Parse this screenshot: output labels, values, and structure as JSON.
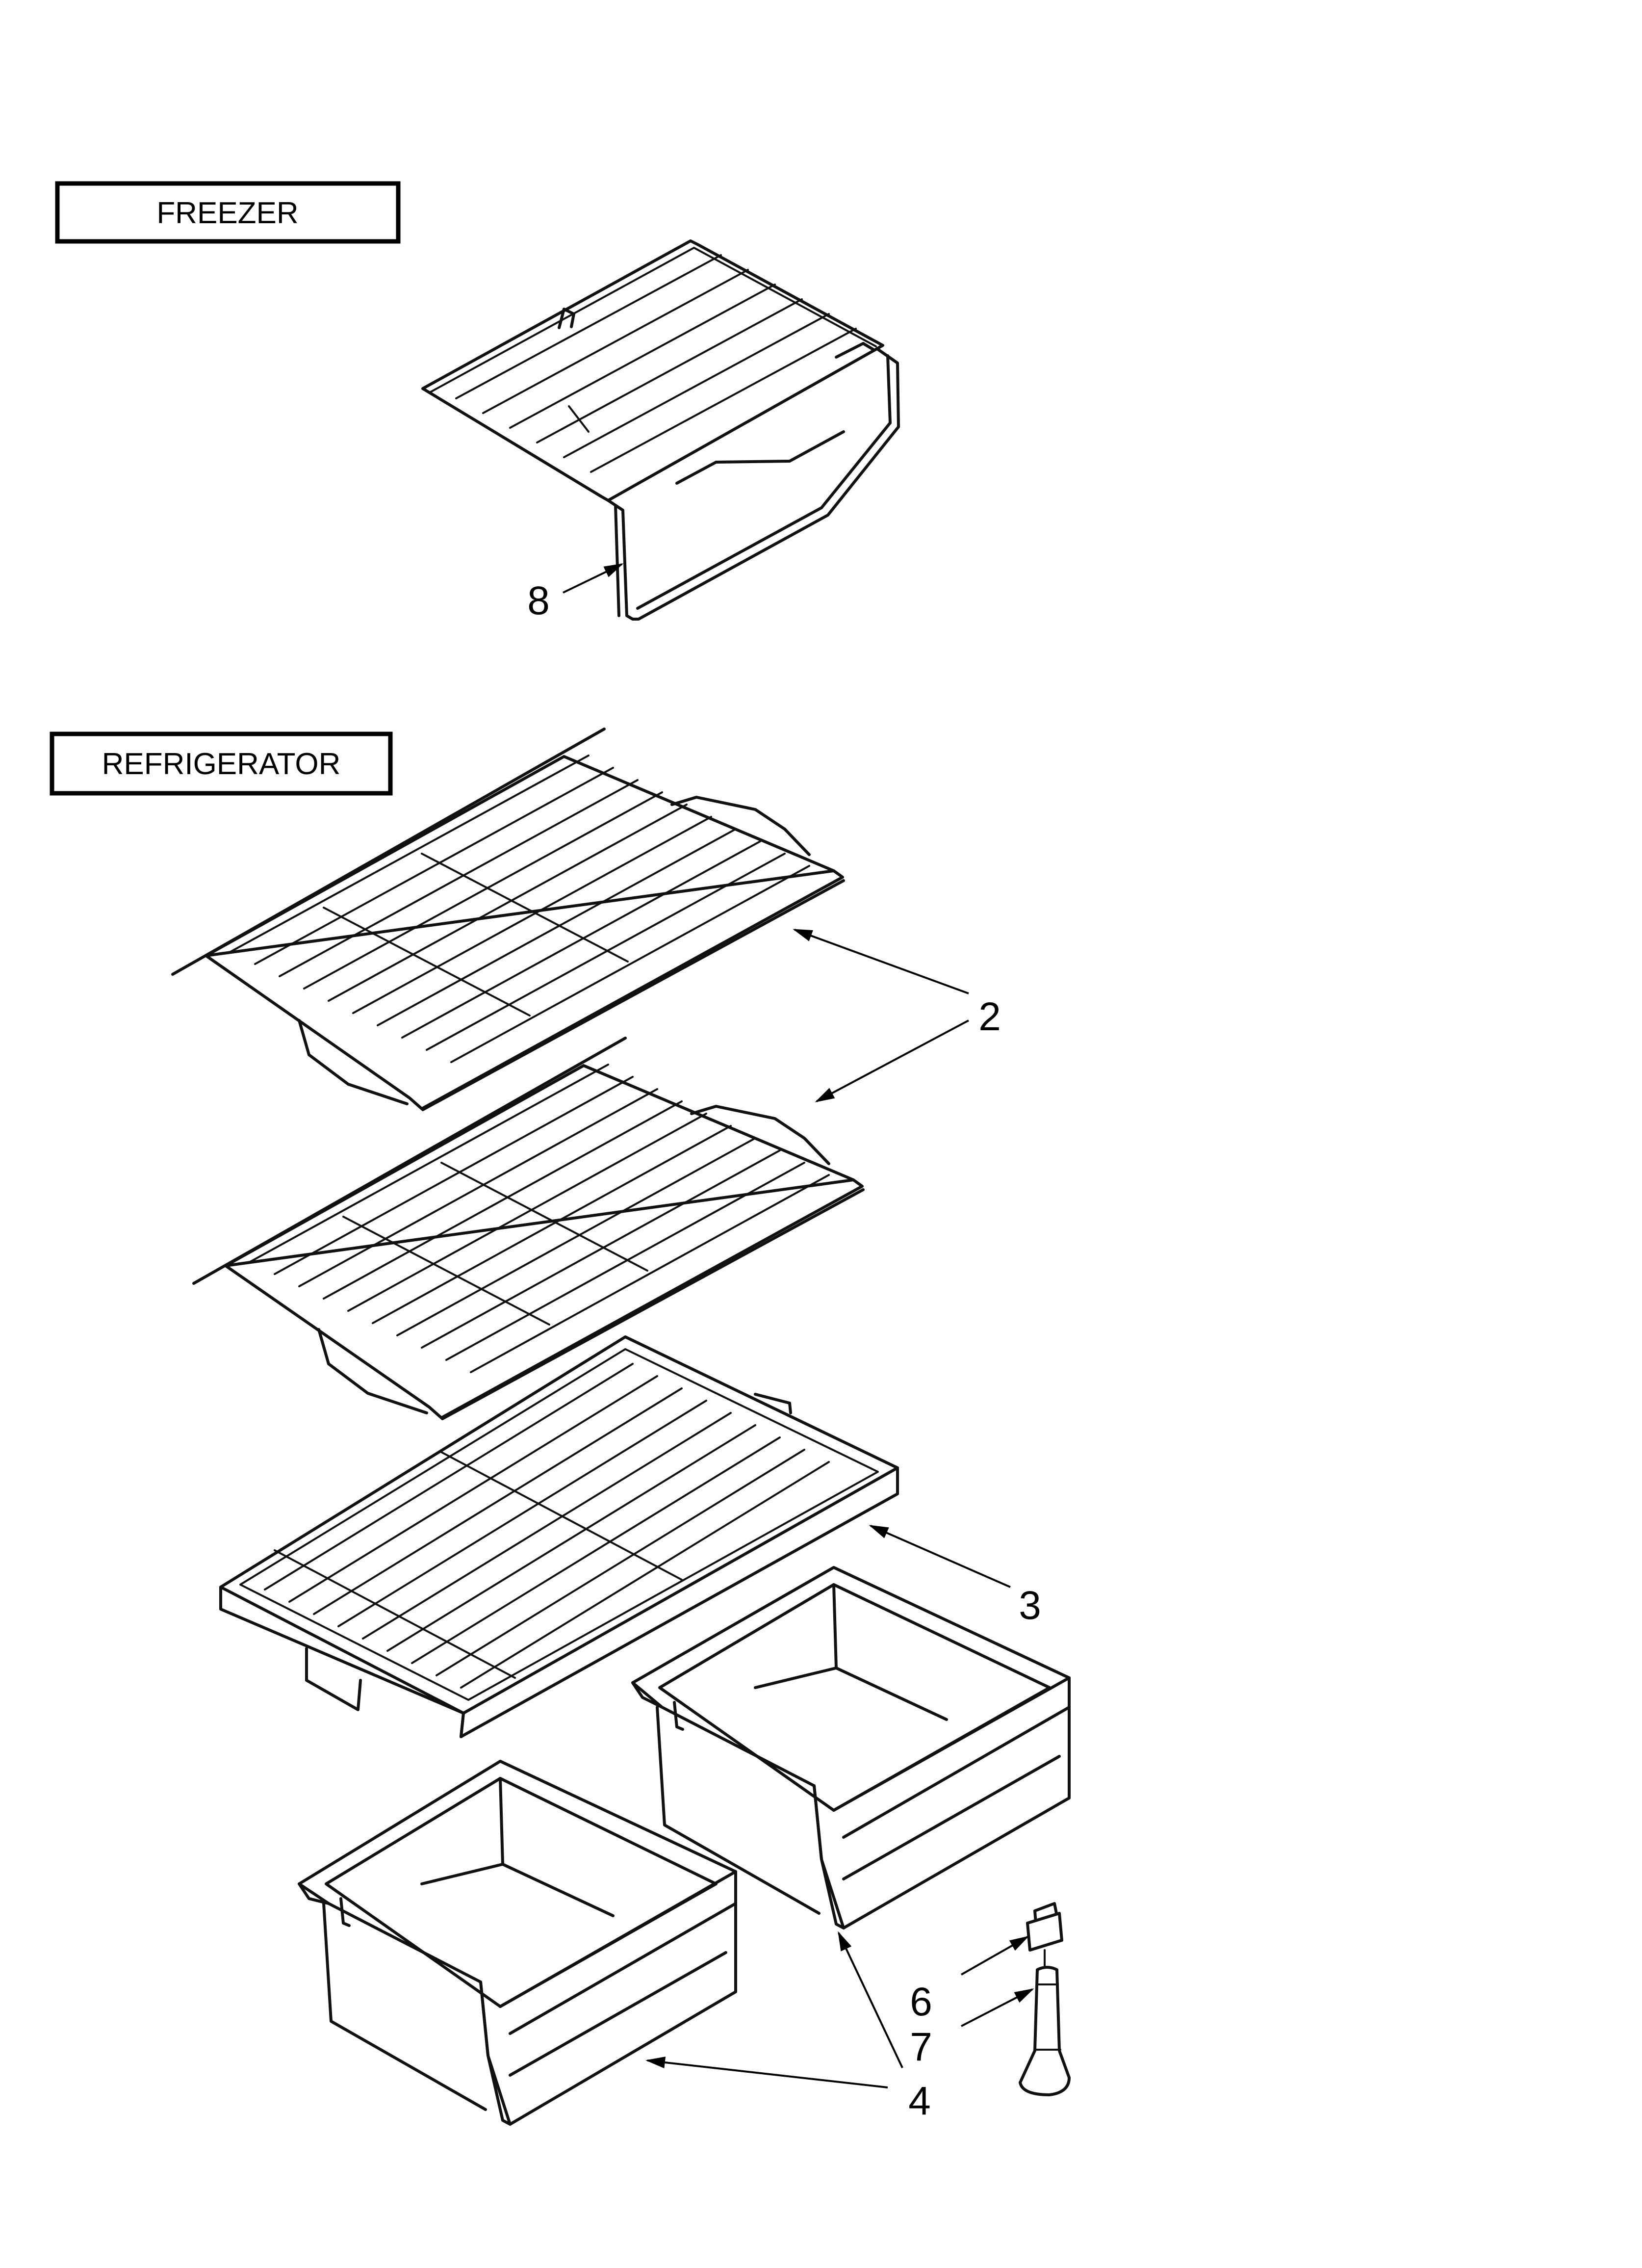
{
  "sections": {
    "freezer_label": "FREEZER",
    "refrigerator_label": "REFRIGERATOR"
  },
  "callouts": {
    "freezer_shelf": "8",
    "wire_shelves": "2",
    "crisper_cover": "3",
    "crisper_drawers": "4",
    "part_6": "6",
    "part_7": "7"
  }
}
